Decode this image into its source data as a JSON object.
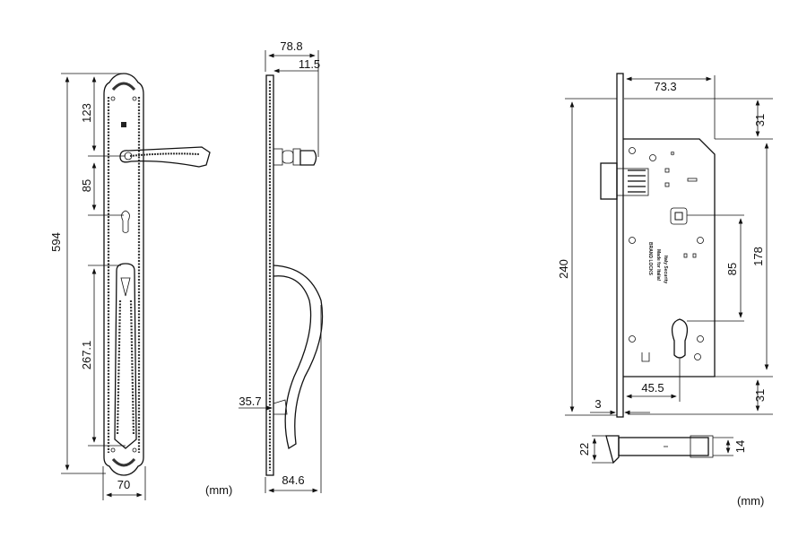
{
  "handle_drawing": {
    "front_view": {
      "overall_height": "594",
      "top_to_lever": "123",
      "lever_to_cylinder": "85",
      "pull_handle_length": "267.1",
      "plate_width": "70",
      "unit": "(mm)"
    },
    "side_view": {
      "lever_projection": "78.8",
      "rose_offset": "11.5",
      "pull_offset": "35.7",
      "pull_projection": "84.6"
    }
  },
  "mortise_drawing": {
    "backset_total": "73.3",
    "top_margin": "31",
    "faceplate_height": "240",
    "case_height": "178",
    "center_distance": "85",
    "backset": "45.5",
    "faceplate_thickness": "3",
    "bottom_margin": "31",
    "latch_height": "22",
    "latch_width": "14",
    "case_text": [
      "BRAND LOCKS",
      "Made for Italia!",
      "Italy Security"
    ],
    "unit": "(mm)"
  }
}
